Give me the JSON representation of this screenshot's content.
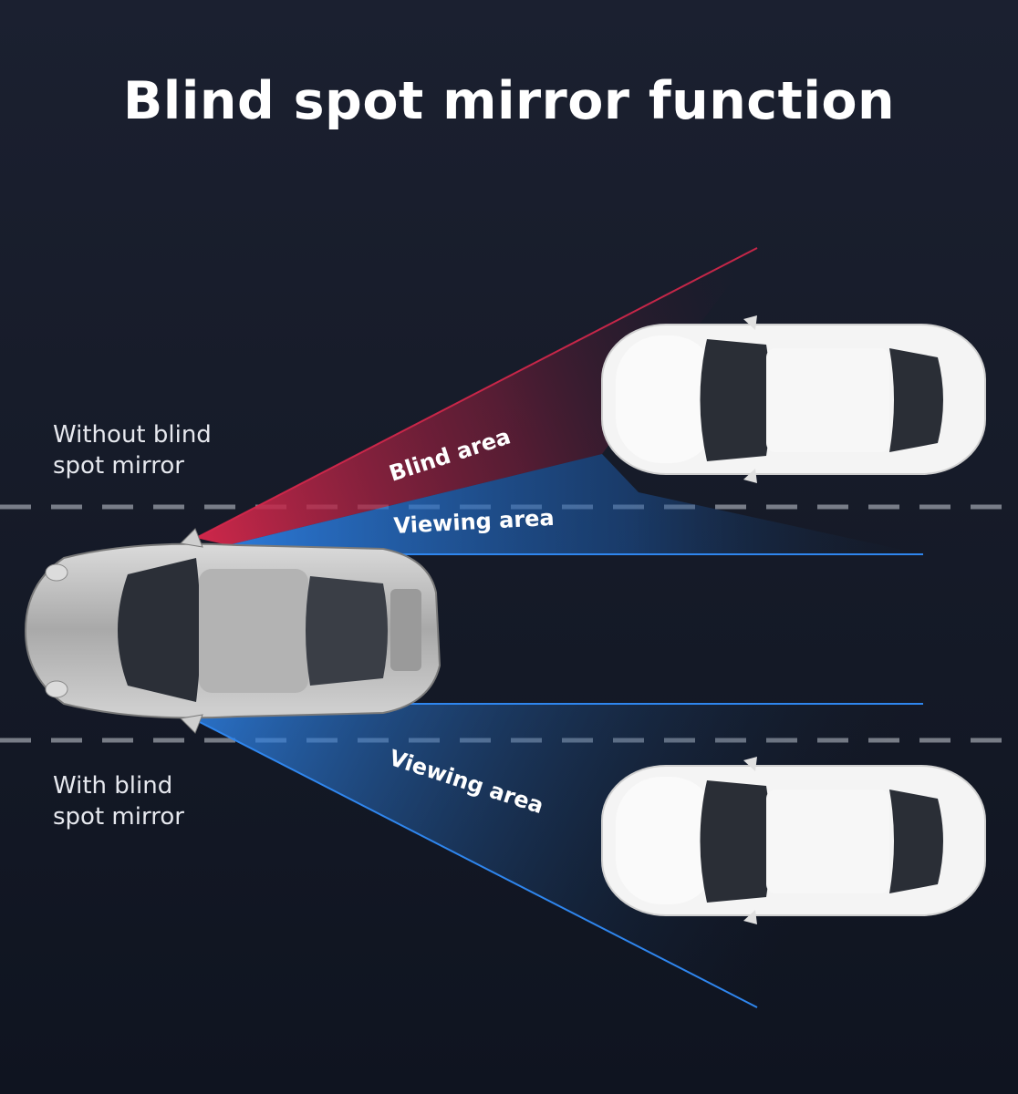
{
  "title": "Blind spot mirror function",
  "labels": {
    "without_line1": "Without blind",
    "without_line2": "spot mirror",
    "with_line1": "With blind",
    "with_line2": "spot mirror"
  },
  "zones": {
    "blind_area": "Blind area",
    "viewing_area_top": "Viewing area",
    "viewing_area_bottom": "Viewing area"
  },
  "colors": {
    "background": "#171c2a",
    "blind_zone": "#c0264a",
    "viewing_zone": "#2a78d6",
    "lane_marking": "#8a8f99",
    "ego_car": "#b8b8b8",
    "other_cars": "#f4f4f4"
  }
}
